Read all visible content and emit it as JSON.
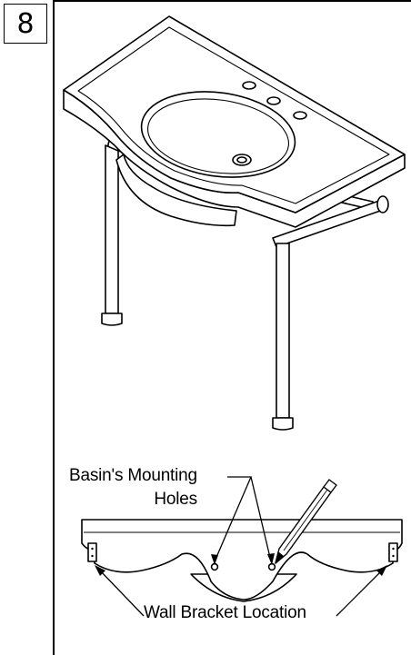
{
  "step": {
    "number": "8"
  },
  "callouts": {
    "mounting_holes_line1": "Basin's Mounting",
    "mounting_holes_line2": "Holes",
    "wall_bracket": "Wall Bracket Location"
  }
}
